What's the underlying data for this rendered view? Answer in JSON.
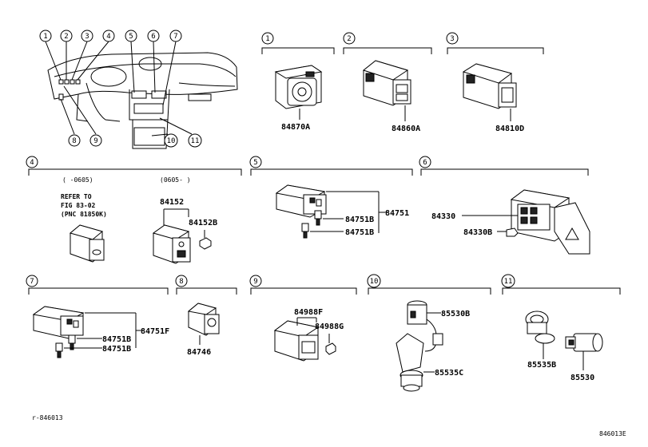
{
  "callouts": [
    "1",
    "2",
    "3",
    "4",
    "5",
    "6",
    "7",
    "8",
    "9",
    "10",
    "11"
  ],
  "sections": {
    "s1": {
      "num": "1",
      "part": "84870A"
    },
    "s2": {
      "num": "2",
      "part": "84860A"
    },
    "s3": {
      "num": "3",
      "part": "84810D"
    },
    "s4": {
      "num": "4",
      "range_a": "(     -0605)",
      "range_b": "(0605-     )",
      "refer": [
        "REFER TO",
        "FIG 83-02",
        "(PNC 81850K)"
      ],
      "parts": [
        "84152",
        "84152B"
      ]
    },
    "s5": {
      "num": "5",
      "parts": [
        "84751",
        "84751B",
        "84751B"
      ]
    },
    "s6": {
      "num": "6",
      "parts": [
        "84330",
        "84330B"
      ]
    },
    "s7": {
      "num": "7",
      "parts": [
        "84751F",
        "84751B",
        "84751B"
      ]
    },
    "s8": {
      "num": "8",
      "part": "84746"
    },
    "s9": {
      "num": "9",
      "parts": [
        "84988F",
        "84988G"
      ]
    },
    "s10": {
      "num": "10",
      "parts": [
        "85530B",
        "85535C"
      ]
    },
    "s11": {
      "num": "11",
      "parts": [
        "85535B",
        "85530"
      ]
    }
  },
  "footer": {
    "left": "r-846013",
    "right": "846013E"
  }
}
